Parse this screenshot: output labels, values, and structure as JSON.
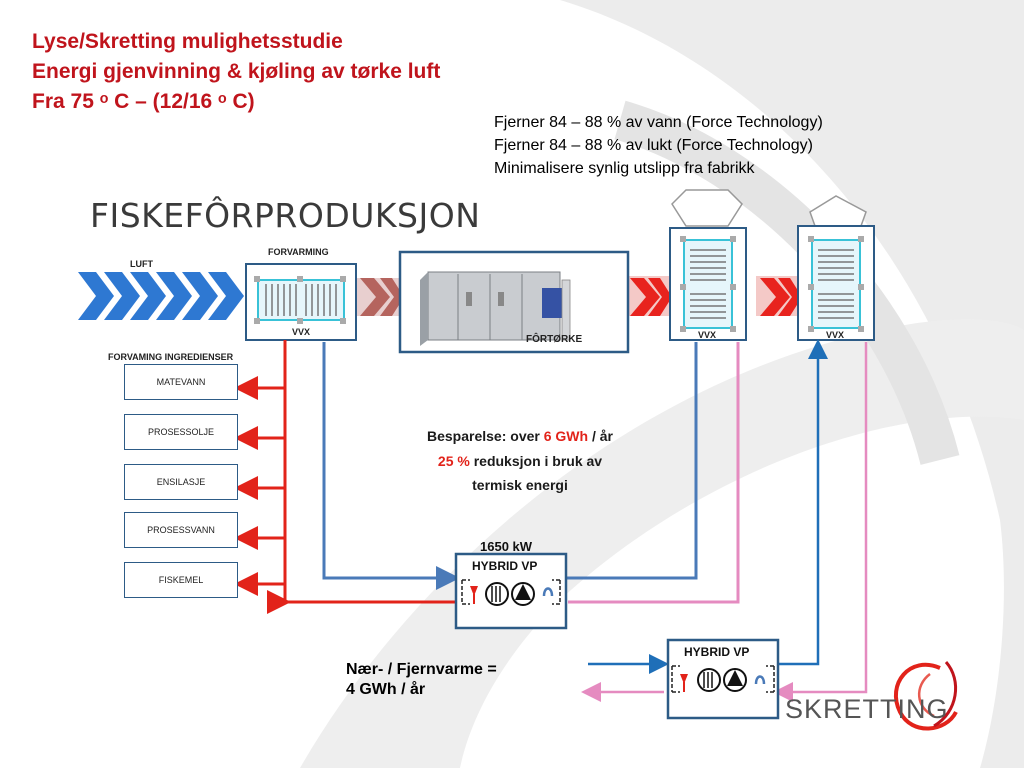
{
  "slide": {
    "title_lines": [
      "Lyse/Skretting mulighetsstudie",
      "Energi gjenvinning & kjøling av tørke luft",
      "Fra 75 ᵒ C – (12/16 ᵒ C)"
    ],
    "notes": [
      "Fjerner 84 – 88 % av vann (Force Technology)",
      "Fjerner 84 – 88 % av lukt (Force Technology)",
      "Minimalisere synlig utslipp fra fabrikk"
    ]
  },
  "diagram": {
    "title": "FISKEFÔRPRODUKSJON",
    "luft_label": "LUFT",
    "forvarming_label": "FORVARMING",
    "vvx_label": "VVX",
    "dryer_label": "FÔRTØRKE",
    "ingredients_header": "FORVAMING INGREDIENSER",
    "ingredients": [
      "MATEVANN",
      "PROSESSOLJE",
      "ENSILASJE",
      "PROSESSVANN",
      "FISKEMEL"
    ],
    "savings": {
      "line1_a": "Besparelse: over ",
      "line1_b": "6 GWh",
      "line1_c": " / år",
      "line2_a": "25 %",
      "line2_b": " reduksjon i bruk av",
      "line3": "termisk energi"
    },
    "heat_pump_main": {
      "power": "1650 kW",
      "label": "HYBRID VP"
    },
    "heat_pump_second": {
      "label": "HYBRID VP"
    },
    "district_heating": [
      "Nær- / Fjernvarme =",
      "4 GWh / år"
    ]
  },
  "brand": {
    "name": "SKRETTING"
  },
  "colors": {
    "title_red": "#c0141c",
    "pipe_blue": "#4a7ab8",
    "pipe_red": "#e2231a",
    "pipe_pink": "#e58bc0",
    "chevron_blue": "#2e78d2",
    "chevron_red": "#e8231e",
    "chevron_mauve": "#b5645e",
    "box_border": "#2d5b86"
  }
}
